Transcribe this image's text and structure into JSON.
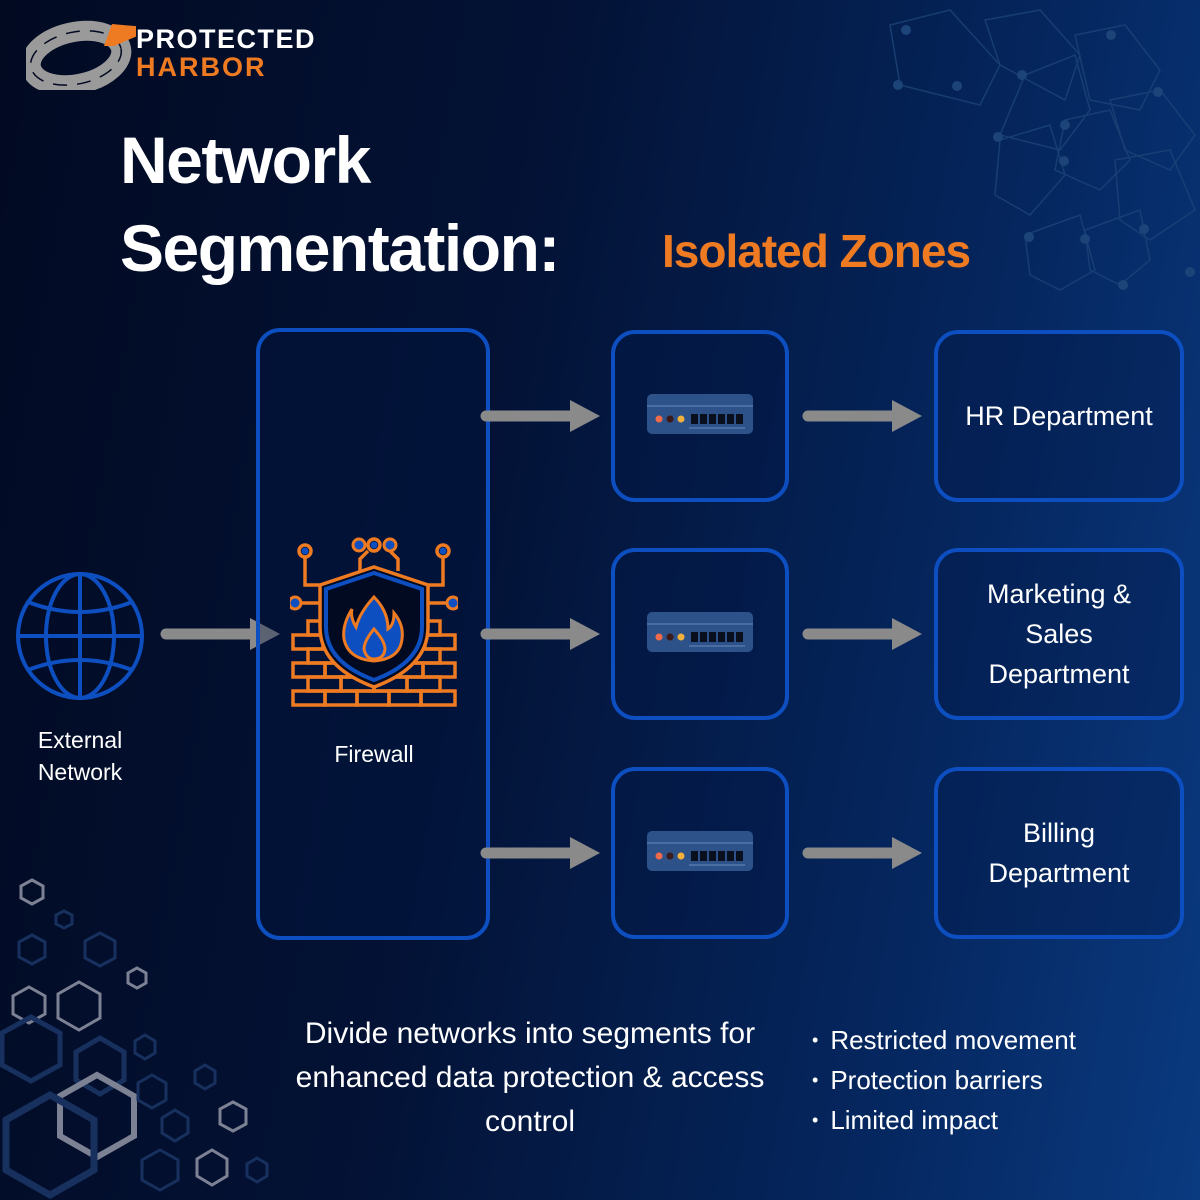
{
  "brand": {
    "line1": "PROTECTED",
    "line2": "HARBOR"
  },
  "title": {
    "line1": "Network",
    "line2": "Segmentation:",
    "highlight": "Isolated Zones"
  },
  "diagram": {
    "source": {
      "label": "External Network",
      "icon": "globe-icon"
    },
    "firewall": {
      "label": "Firewall",
      "icon": "firewall-shield-icon"
    },
    "switch_icon": "network-switch-icon",
    "departments": [
      {
        "label": "HR Department"
      },
      {
        "label": "Marketing & Sales Department"
      },
      {
        "label": "Billing Department"
      }
    ]
  },
  "description": "Divide networks into segments for enhanced data protection & access control",
  "bullets": [
    "Restricted movement",
    "Protection barriers",
    "Limited impact"
  ],
  "colors": {
    "accent_orange": "#ee7a22",
    "box_blue": "#0d4fc0",
    "arrow_gray": "#8a8a8a"
  }
}
